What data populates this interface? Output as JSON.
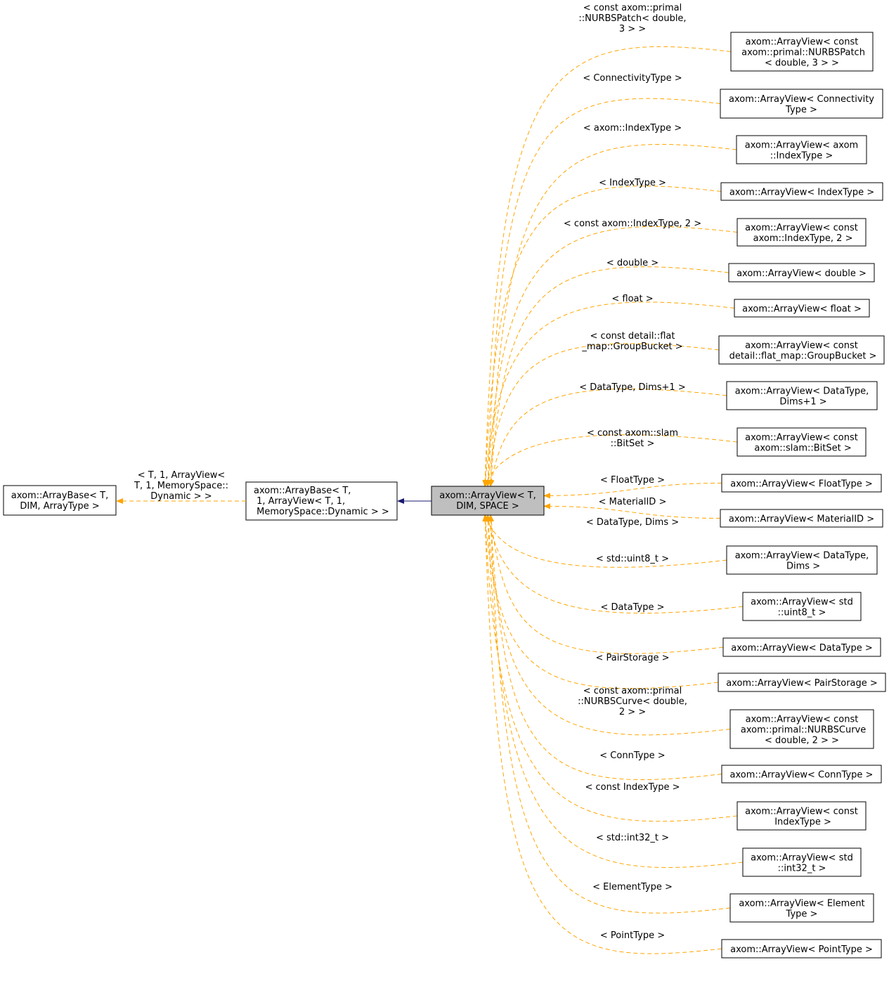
{
  "colors": {
    "template_edge": "#ffa500",
    "inherit_edge": "#191970",
    "focus_fill": "#bfbfbf"
  },
  "left": {
    "base": [
      "axom::ArrayBase< T,",
      "DIM, ArrayType >"
    ],
    "middle": [
      "axom::ArrayBase< T,",
      " 1, ArrayView< T, 1,",
      " MemorySpace::Dynamic > >"
    ],
    "edge_label": [
      "< T, 1, ArrayView<",
      "T, 1, MemorySpace::",
      "Dynamic > >"
    ],
    "focus": [
      "axom::ArrayView< T,",
      "DIM, SPACE >"
    ]
  },
  "children": [
    {
      "box": [
        "axom::ArrayView< const",
        " axom::primal::NURBSPatch",
        "< double, 3 > >"
      ],
      "label": [
        "< const axom::primal",
        "::NURBSPatch< double,",
        "3 > >"
      ]
    },
    {
      "box": [
        "axom::ArrayView< Connectivity",
        "Type >"
      ],
      "label": [
        "< ConnectivityType >"
      ]
    },
    {
      "box": [
        "axom::ArrayView< axom",
        "::IndexType >"
      ],
      "label": [
        "< axom::IndexType >"
      ]
    },
    {
      "box": [
        "axom::ArrayView< IndexType >"
      ],
      "label": [
        "< IndexType >"
      ]
    },
    {
      "box": [
        "axom::ArrayView< const",
        " axom::IndexType, 2 >"
      ],
      "label": [
        "< const axom::IndexType, 2 >"
      ]
    },
    {
      "box": [
        "axom::ArrayView< double >"
      ],
      "label": [
        "< double >"
      ]
    },
    {
      "box": [
        "axom::ArrayView< float >"
      ],
      "label": [
        "< float >"
      ]
    },
    {
      "box": [
        "axom::ArrayView< const",
        " detail::flat_map::GroupBucket >"
      ],
      "label": [
        "< const detail::flat",
        "_map::GroupBucket >"
      ]
    },
    {
      "box": [
        "axom::ArrayView< DataType,",
        " Dims+1 >"
      ],
      "label": [
        "< DataType, Dims+1 >"
      ]
    },
    {
      "box": [
        "axom::ArrayView< const",
        " axom::slam::BitSet >"
      ],
      "label": [
        "< const axom::slam",
        "::BitSet >"
      ]
    },
    {
      "box": [
        "axom::ArrayView< FloatType >"
      ],
      "label": [
        "< FloatType >"
      ]
    },
    {
      "box": [
        "axom::ArrayView< MaterialID >"
      ],
      "label": [
        "< MaterialID >"
      ]
    },
    {
      "box": [
        "axom::ArrayView< DataType,",
        " Dims >"
      ],
      "label": [
        "< DataType, Dims >"
      ]
    },
    {
      "box": [
        "axom::ArrayView< std",
        "::uint8_t >"
      ],
      "label": [
        "< std::uint8_t >"
      ]
    },
    {
      "box": [
        "axom::ArrayView< DataType >"
      ],
      "label": [
        "< DataType >"
      ]
    },
    {
      "box": [
        "axom::ArrayView< PairStorage >"
      ],
      "label": [
        "< PairStorage >"
      ]
    },
    {
      "box": [
        "axom::ArrayView< const",
        " axom::primal::NURBSCurve",
        "< double, 2 > >"
      ],
      "label": [
        "< const axom::primal",
        "::NURBSCurve< double,",
        "2 > >"
      ]
    },
    {
      "box": [
        "axom::ArrayView< ConnType >"
      ],
      "label": [
        "< ConnType >"
      ]
    },
    {
      "box": [
        "axom::ArrayView< const",
        " IndexType >"
      ],
      "label": [
        "< const IndexType >"
      ]
    },
    {
      "box": [
        "axom::ArrayView< std",
        "::int32_t >"
      ],
      "label": [
        "< std::int32_t >"
      ]
    },
    {
      "box": [
        "axom::ArrayView< Element",
        "Type >"
      ],
      "label": [
        "< ElementType >"
      ]
    },
    {
      "box": [
        "axom::ArrayView< PointType >"
      ],
      "label": [
        "< PointType >"
      ]
    }
  ]
}
